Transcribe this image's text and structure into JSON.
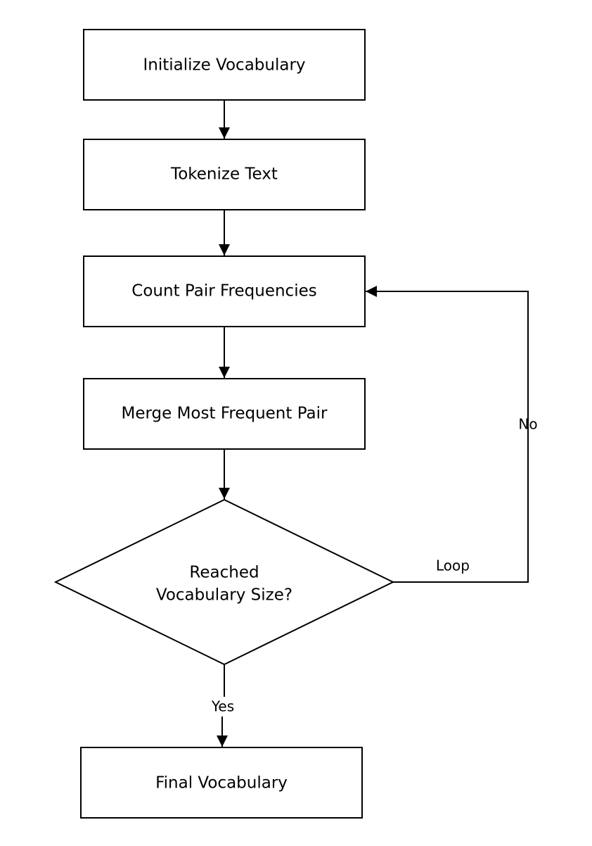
{
  "diagram": {
    "nodes": {
      "init": "Initialize Vocabulary",
      "tokenize": "Tokenize Text",
      "count": "Count Pair Frequencies",
      "merge": "Merge Most Frequent Pair",
      "decision_line1": "Reached",
      "decision_line2": "Vocabulary Size?",
      "final": "Final Vocabulary"
    },
    "edges": {
      "loop_label": "Loop",
      "no_label": "No",
      "yes_label": "Yes"
    },
    "colors": {
      "stroke": "#000000",
      "fill": "#ffffff"
    }
  }
}
